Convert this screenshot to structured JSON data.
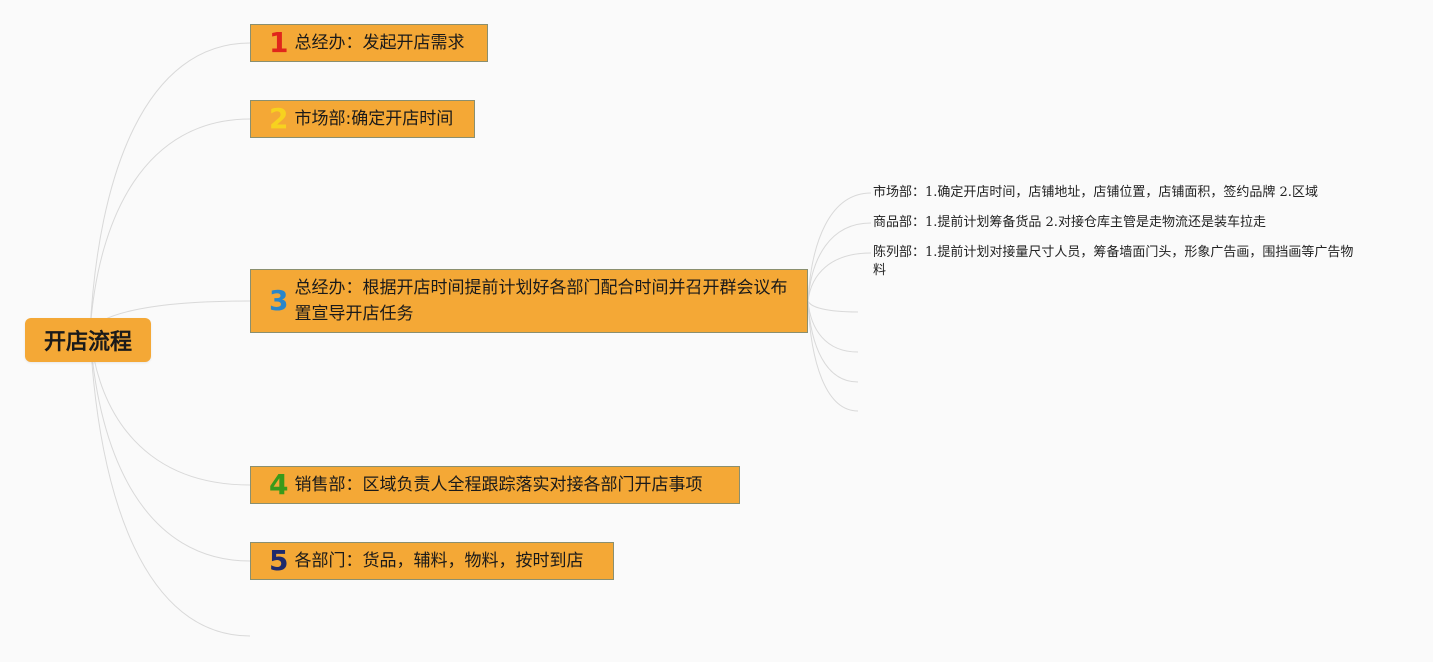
{
  "root": {
    "label": "开店流程"
  },
  "colors": {
    "node_fill": "#f4a836",
    "node_border": "#8a8f6f",
    "connector": "#d9d9d9",
    "num_1": "#e0261b",
    "num_2": "#f7d21f",
    "num_3": "#2a86c8",
    "num_4": "#3a9a1a",
    "num_5": "#1f2a6b"
  },
  "branches": [
    {
      "num": "1",
      "label": "总经办：发起开店需求"
    },
    {
      "num": "2",
      "label": "市场部:确定开店时间"
    },
    {
      "num": "3",
      "label": "总经办：根据开店时间提前计划好各部门配合时间并召开群会议布置宣导开店任务"
    },
    {
      "num": "4",
      "label": "销售部：区域负责人全程跟踪落实对接各部门开店事项"
    },
    {
      "num": "5",
      "label": "各部门：货品，辅料，物料，按时到店"
    }
  ],
  "sub_items": [
    {
      "label": "市场部：1.确定开店时间，店铺地址，店铺位置，店铺面积，签约品牌 2.区域"
    },
    {
      "label": "商品部：1.提前计划筹备货品 2.对接仓库主管是走物流还是装车拉走"
    },
    {
      "label": "陈列部：1.提前计划对接量尺寸人员，筹备墙面门头，形象广告画，围挡画等广告物料"
    }
  ]
}
